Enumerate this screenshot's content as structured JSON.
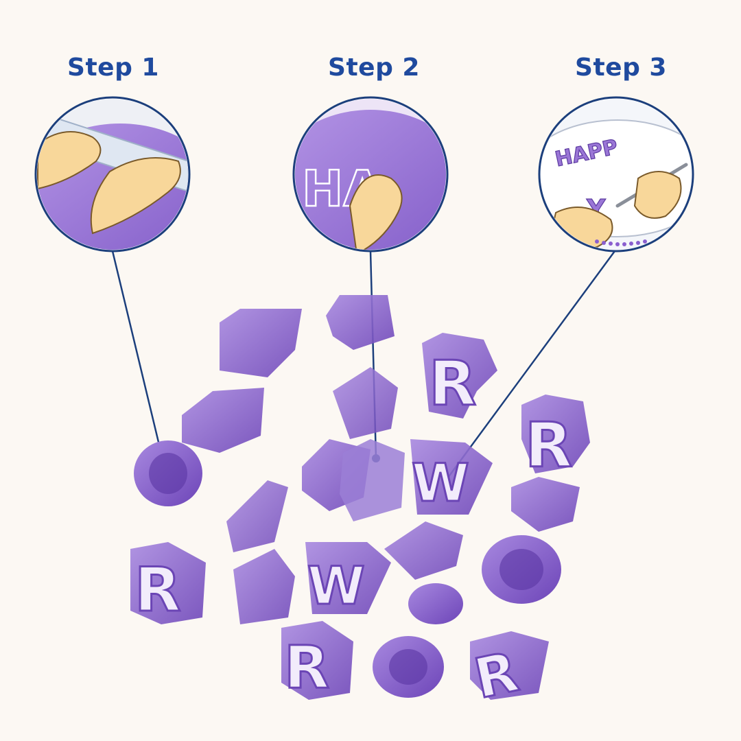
{
  "steps": [
    {
      "label": "Step 1"
    },
    {
      "label": "Step 2"
    },
    {
      "label": "Step 3"
    }
  ],
  "illustration": {
    "step2_letters": "HA",
    "step3_text": "HAPP",
    "step3_letter": "Y"
  },
  "colors": {
    "heading_blue": "#1f4a9e",
    "cutter_purple": "#7a4fc4",
    "circle_border": "#1c3f7c",
    "background": "#fcf8f3"
  }
}
